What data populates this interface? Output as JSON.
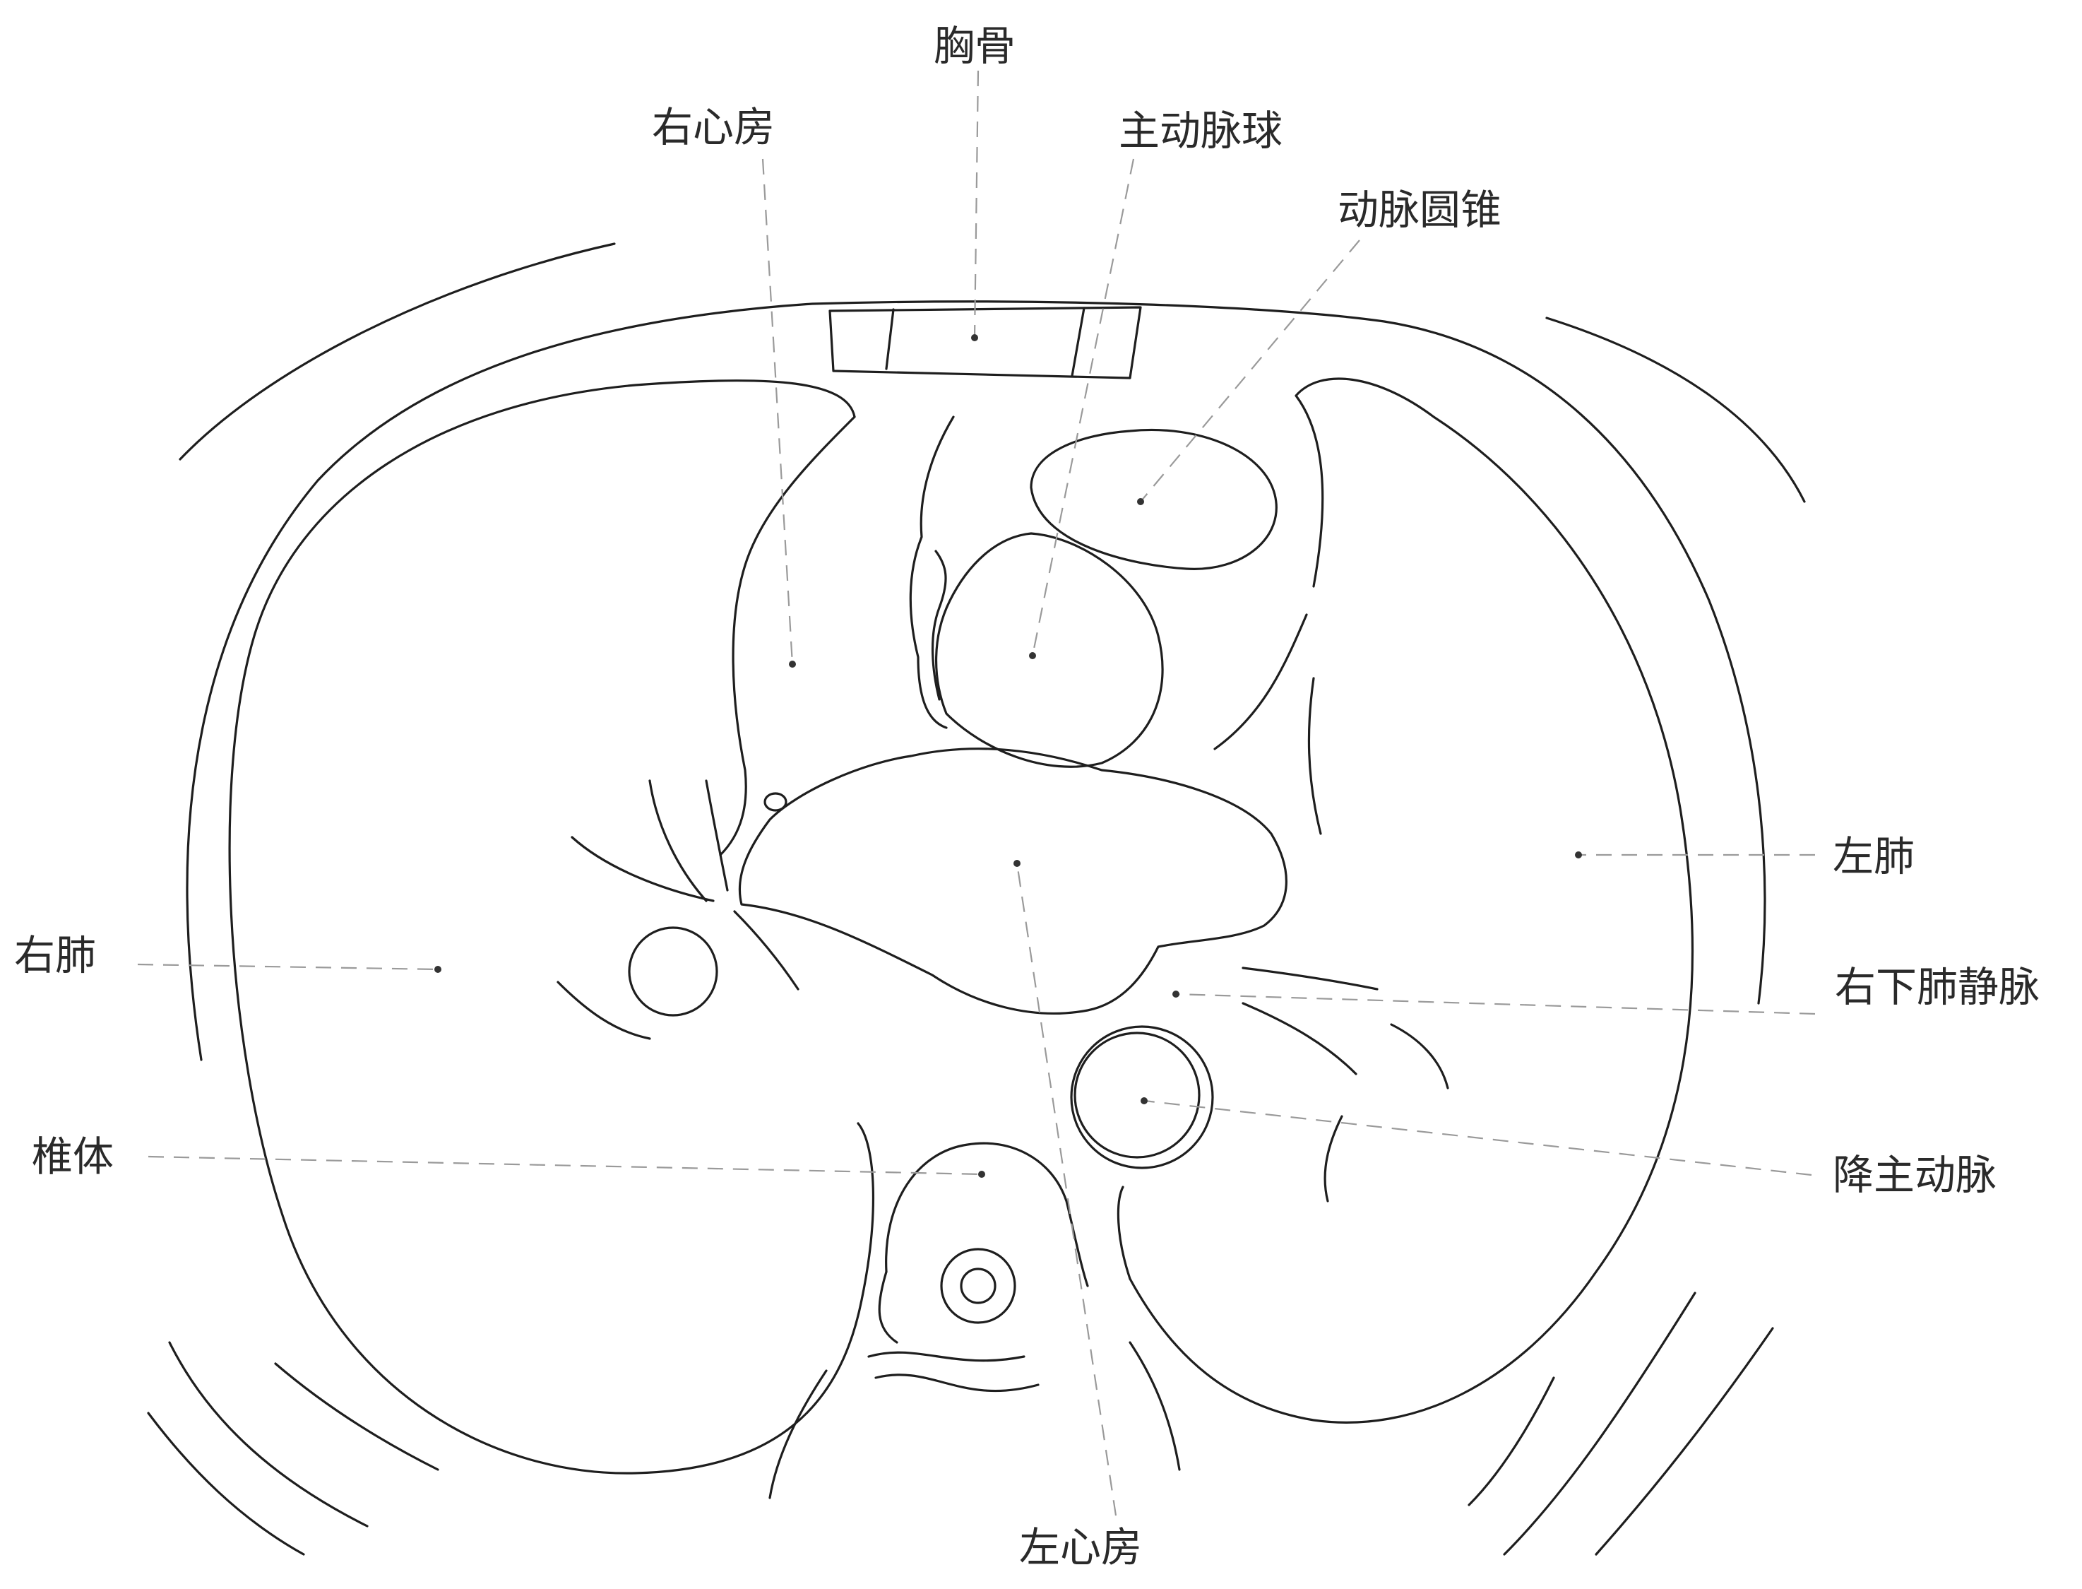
{
  "labels": {
    "sternum": "胸骨",
    "right_atrium": "右心房",
    "aortic_bulb": "主动脉球",
    "conus_arteriosus": "动脉圆锥",
    "left_lung": "左肺",
    "right_lung": "右肺",
    "right_inferior_pulmonary_vein": "右下肺静脉",
    "vertebral_body": "椎体",
    "descending_aorta": "降主动脉",
    "left_atrium": "左心房"
  },
  "colors": {
    "line": "#1e1e1e",
    "leader": "#9a9a9a",
    "text": "#2a2a2a",
    "background": "#ffffff"
  }
}
